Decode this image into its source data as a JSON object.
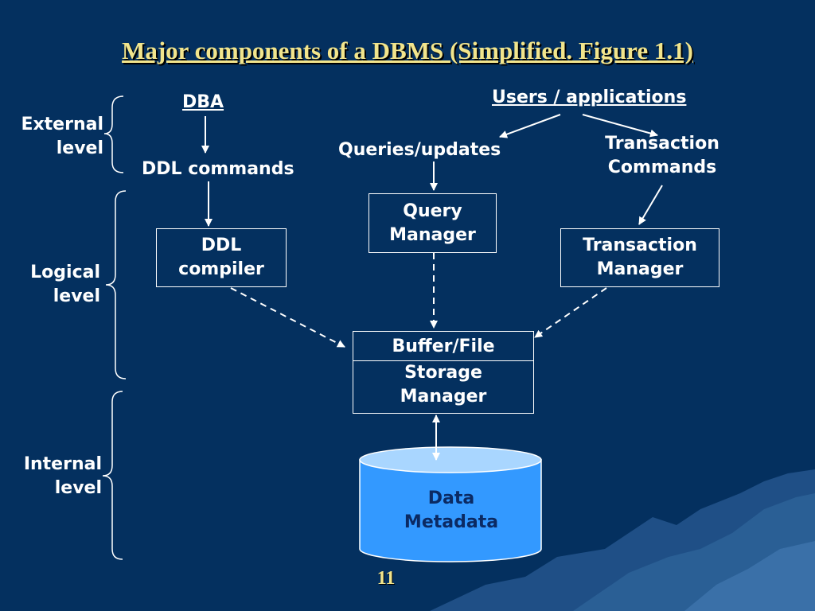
{
  "title": "Major components of a DBMS (Simplified. Figure 1.1)",
  "levels": {
    "external": [
      "External",
      "level"
    ],
    "logical": [
      "Logical",
      "level"
    ],
    "internal": [
      "Internal",
      "level"
    ]
  },
  "labels": {
    "dba": "DBA",
    "ddl_commands": "DDL commands",
    "users_applications": "Users / applications",
    "queries_updates": "Queries/updates",
    "transaction_commands": [
      "Transaction",
      "Commands"
    ]
  },
  "boxes": {
    "ddl_compiler": [
      "DDL",
      "compiler"
    ],
    "query_manager": [
      "Query",
      "Manager"
    ],
    "transaction_manager": [
      "Transaction",
      "Manager"
    ],
    "buffer_file": "Buffer/File",
    "storage_manager": [
      "Storage",
      "Manager"
    ]
  },
  "database": [
    "Data",
    "Metadata"
  ],
  "page_number": "11",
  "colors": {
    "background": "#04305f",
    "title": "#f2e58c",
    "cylinder_body": "#3399ff",
    "cylinder_top": "#a9d6ff",
    "mountain": "#2a5f95"
  }
}
